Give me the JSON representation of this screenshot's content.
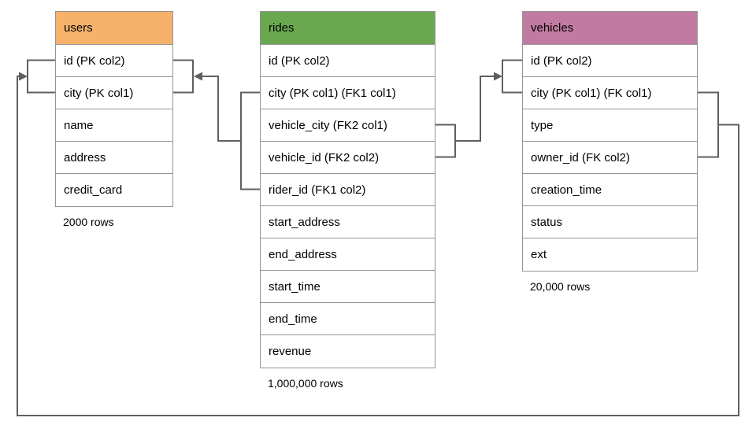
{
  "diagram": {
    "title": "database schema diagram",
    "colors": {
      "users_header": "#F6B26B",
      "rides_header": "#6AA84F",
      "vehicles_header": "#C27BA0",
      "table_border": "#949494",
      "connector_line": "#5F5F5F",
      "text": "#000000",
      "background": "#FFFFFF"
    },
    "tables": [
      {
        "name": "users",
        "header_color": "#F6B26B",
        "columns": [
          "id (PK col2)",
          "city (PK col1)",
          "name",
          "address",
          "credit_card"
        ],
        "row_count": "2000 rows"
      },
      {
        "name": "rides",
        "header_color": "#6AA84F",
        "columns": [
          "id (PK col2)",
          "city (PK col1) (FK1 col1)",
          "vehicle_city (FK2 col1)",
          "vehicle_id (FK2 col2)",
          "rider_id (FK1 col2)",
          "start_address",
          "end_address",
          "start_time",
          "end_time",
          "revenue"
        ],
        "row_count": "1,000,000 rows"
      },
      {
        "name": "vehicles",
        "header_color": "#C27BA0",
        "columns": [
          "id (PK col2)",
          "city (PK col1) (FK col1)",
          "type",
          "owner_id (FK col2)",
          "creation_time",
          "status",
          "ext"
        ],
        "row_count": "20,000 rows"
      }
    ],
    "relationships": [
      {
        "from": "rides (city, rider_id) FK1",
        "to": "users (id, city)"
      },
      {
        "from": "rides (vehicle_city, vehicle_id) FK2",
        "to": "vehicles (id, city)"
      },
      {
        "from": "vehicles (city, owner_id) FK",
        "to": "users (id, city)"
      }
    ]
  }
}
